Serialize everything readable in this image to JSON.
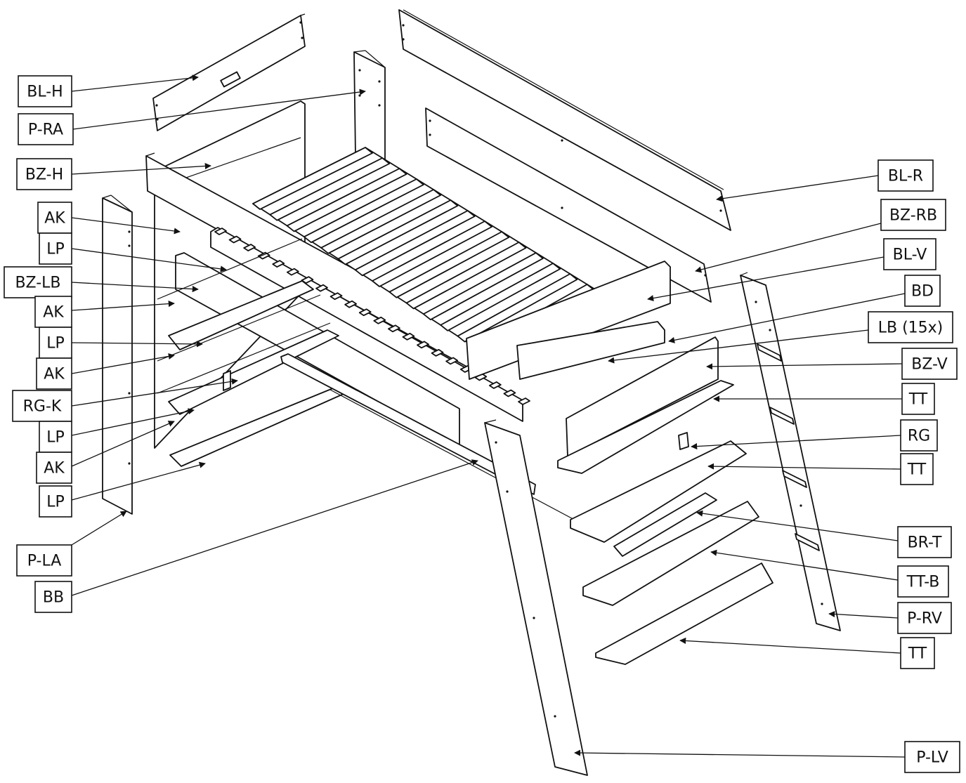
{
  "diagram": {
    "labels": {
      "bl_h": "BL-H",
      "p_ra": "P-RA",
      "bz_h": "BZ-H",
      "ak_1": "AK",
      "lp_1": "LP",
      "bz_lb": "BZ-LB",
      "ak_2": "AK",
      "lp_2": "LP",
      "ak_3": "AK",
      "rg_k": "RG-K",
      "lp_3": "LP",
      "ak_4": "AK",
      "lp_4": "LP",
      "p_la": "P-LA",
      "bb": "BB",
      "bl_r": "BL-R",
      "bz_rb": "BZ-RB",
      "bl_v": "BL-V",
      "bd": "BD",
      "lb": "LB (15x)",
      "bz_v": "BZ-V",
      "tt_1": "TT",
      "rg": "RG",
      "tt_2": "TT",
      "br_t": "BR-T",
      "tt_b": "TT-B",
      "p_rv": "P-RV",
      "tt_3": "TT",
      "p_lv": "P-LV"
    }
  }
}
